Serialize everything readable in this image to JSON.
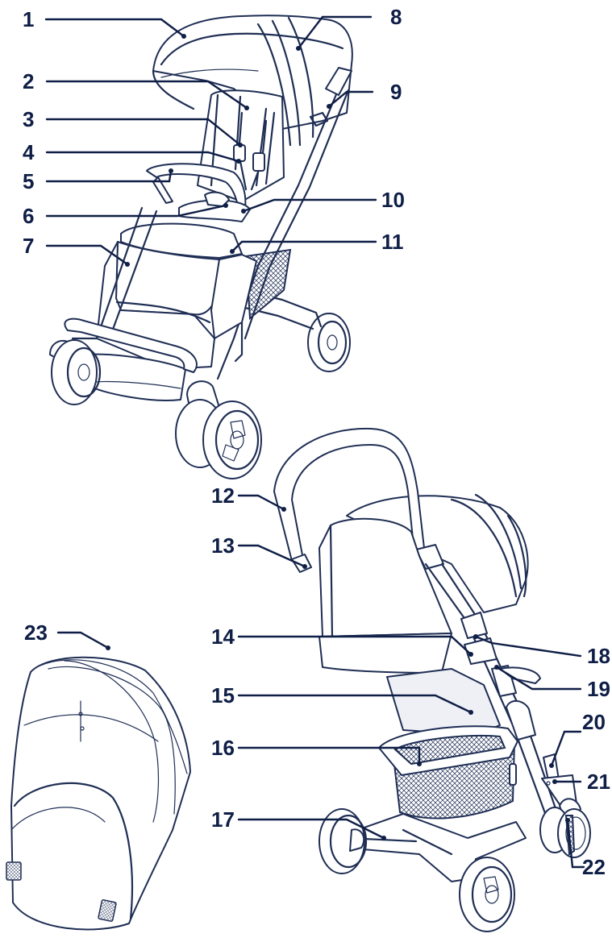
{
  "callouts": [
    "1",
    "2",
    "3",
    "4",
    "5",
    "6",
    "7",
    "8",
    "9",
    "10",
    "11",
    "12",
    "13",
    "14",
    "15",
    "16",
    "17",
    "18",
    "19",
    "20",
    "21",
    "22",
    "23"
  ],
  "colors": {
    "ink": "#0f1e46",
    "line": "#1f2e54",
    "background": "#ffffff"
  }
}
